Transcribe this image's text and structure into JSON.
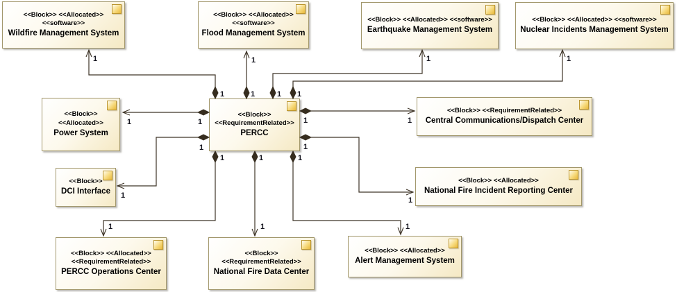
{
  "multiplicity": "1",
  "colors": {
    "block_fill_top": "#ffffff",
    "block_fill_bottom": "#f5e9c4",
    "block_border": "#a2976b",
    "icon_fill": "#e8b83c",
    "line": "#3e3427",
    "text": "#000000"
  },
  "blocks": [
    {
      "stereo1": "<<Block>> <<Allocated>>",
      "stereo2": "<<software>>",
      "name": "Wildfire Management System"
    },
    {
      "stereo1": "<<Block>> <<Allocated>>",
      "stereo2": "<<software>>",
      "name": "Flood Management System"
    },
    {
      "stereo1": "<<Block>> <<Allocated>> <<software>>",
      "name": "Earthquake Management System"
    },
    {
      "stereo1": "<<Block>> <<Allocated>> <<software>>",
      "name": "Nuclear Incidents Management System"
    },
    {
      "stereo1": "<<Block>>",
      "stereo2": "<<Allocated>>",
      "name": "Power System"
    },
    {
      "stereo1": "<<Block>>",
      "stereo2": "<<RequirementRelated>>",
      "name": "PERCC"
    },
    {
      "stereo1": "<<Block>> <<RequirementRelated>>",
      "name": "Central Communications/Dispatch Center"
    },
    {
      "stereo1": "<<Block>>",
      "name": "DCI Interface"
    },
    {
      "stereo1": "<<Block>> <<Allocated>>",
      "name": "National Fire Incident Reporting Center"
    },
    {
      "stereo1": "<<Block>> <<Allocated>>",
      "stereo2": "<<RequirementRelated>>",
      "name": "PERCC Operations Center"
    },
    {
      "stereo1": "<<Block>>",
      "stereo2": "<<RequirementRelated>>",
      "name": "National Fire Data Center"
    },
    {
      "stereo1": "<<Block>> <<Allocated>>",
      "name": "Alert Management System"
    }
  ],
  "connections": [
    {
      "from": "PERCC",
      "to": "Wildfire Management System",
      "type": "composition",
      "from_multiplicity": "1",
      "to_multiplicity": "1"
    },
    {
      "from": "PERCC",
      "to": "Flood Management System",
      "type": "composition",
      "from_multiplicity": "1",
      "to_multiplicity": "1"
    },
    {
      "from": "PERCC",
      "to": "Earthquake Management System",
      "type": "composition",
      "from_multiplicity": "1",
      "to_multiplicity": "1"
    },
    {
      "from": "PERCC",
      "to": "Nuclear Incidents Management System",
      "type": "composition",
      "from_multiplicity": "1",
      "to_multiplicity": "1"
    },
    {
      "from": "PERCC",
      "to": "Power System",
      "type": "composition",
      "from_multiplicity": "1",
      "to_multiplicity": "1"
    },
    {
      "from": "PERCC",
      "to": "DCI Interface",
      "type": "composition",
      "from_multiplicity": "1",
      "to_multiplicity": "1"
    },
    {
      "from": "PERCC",
      "to": "Central Communications/Dispatch Center",
      "type": "composition",
      "from_multiplicity": "1",
      "to_multiplicity": "1"
    },
    {
      "from": "PERCC",
      "to": "National Fire Incident Reporting Center",
      "type": "composition",
      "from_multiplicity": "1",
      "to_multiplicity": "1"
    },
    {
      "from": "PERCC",
      "to": "PERCC Operations Center",
      "type": "composition",
      "from_multiplicity": "1",
      "to_multiplicity": "1"
    },
    {
      "from": "PERCC",
      "to": "National Fire Data Center",
      "type": "composition",
      "from_multiplicity": "1",
      "to_multiplicity": "1"
    },
    {
      "from": "PERCC",
      "to": "Alert Management System",
      "type": "composition",
      "from_multiplicity": "1",
      "to_multiplicity": "1"
    }
  ]
}
